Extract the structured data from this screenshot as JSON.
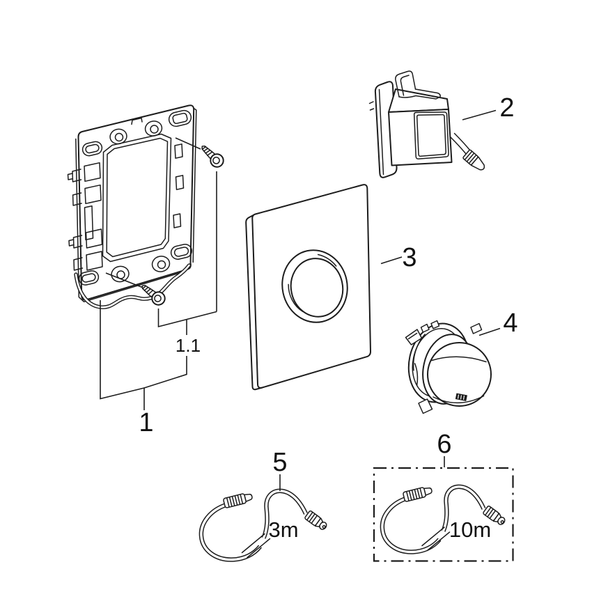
{
  "page": {
    "background": "#ffffff"
  },
  "diagram": {
    "type": "exploded-parts-diagram",
    "line_color": "#1c1c1c",
    "text_color": "#111111",
    "callouts": {
      "frame": {
        "label": "1",
        "part": "mounting-frame-assembly"
      },
      "screws": {
        "label": "1.1",
        "part": "fixing-screws"
      },
      "solenoid": {
        "label": "2",
        "part": "solenoid-actuator-unit"
      },
      "plate": {
        "label": "3",
        "part": "flush-plate"
      },
      "button": {
        "label": "4",
        "part": "push-button-actuator"
      },
      "cable3m": {
        "label": "5",
        "part": "connection-cable",
        "dimension": "3m"
      },
      "cable10m": {
        "label": "6",
        "part": "connection-cable-long",
        "dimension": "10m"
      }
    }
  }
}
